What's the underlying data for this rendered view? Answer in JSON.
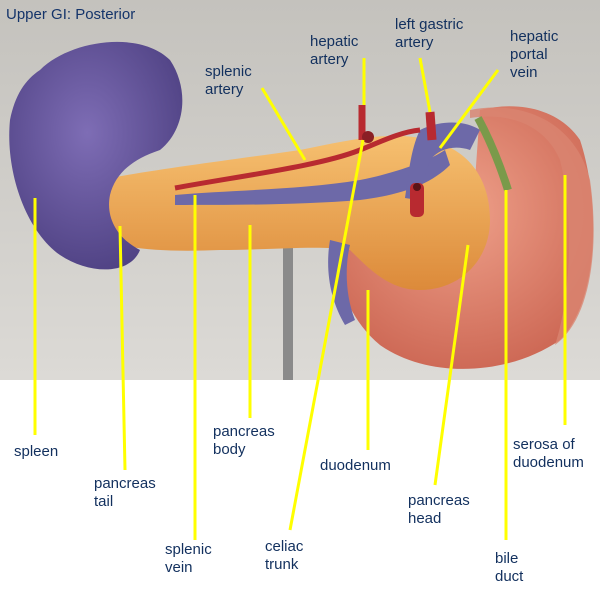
{
  "title": "Upper GI: Posterior",
  "labels": {
    "spleen": "spleen",
    "pancreas_tail": "pancreas\ntail",
    "splenic_vein": "splenic\nvein",
    "pancreas_body": "pancreas\nbody",
    "celiac_trunk": "celiac\ntrunk",
    "duodenum": "duodenum",
    "pancreas_head": "pancreas\nhead",
    "bile_duct": "bile\nduct",
    "serosa_of_duodenum": "serosa of\nduodenum",
    "splenic_artery": "splenic\nartery",
    "hepatic_artery": "hepatic\nartery",
    "left_gastric_artery": "left gastric\nartery",
    "hepatic_portal_vein": "hepatic\nportal\nvein"
  },
  "colors": {
    "leader_line": "#ffff00",
    "label_text": "#12305e",
    "photo_background": "#c9c7c2",
    "spleen": "#6b58a0",
    "pancreas": "#f0a850",
    "duodenum": "#e0826a",
    "vein": "#6d69a8",
    "artery": "#b82a30",
    "bile_duct": "#7a9a4a"
  }
}
